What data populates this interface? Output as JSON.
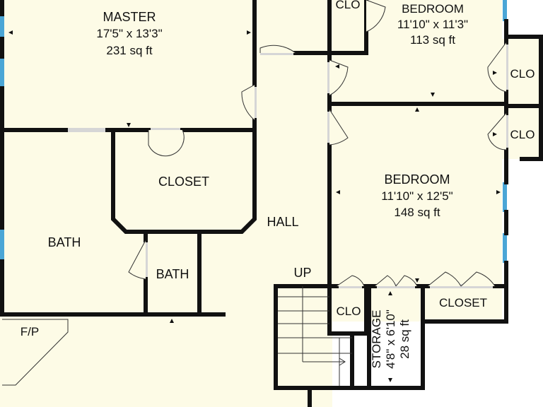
{
  "colors": {
    "floor": "#fdfbe6",
    "wall": "#111111",
    "window": "#4aa6d6",
    "opening": "#d6d6d6",
    "background": "#ffffff"
  },
  "rooms": {
    "master": {
      "name": "MASTER",
      "dims": "17'5\" x 13'3\"",
      "area": "231 sq ft"
    },
    "bedroom_top": {
      "name": "BEDROOM",
      "dims": "11'10\" x 11'3\"",
      "area": "113 sq ft"
    },
    "bedroom_mid": {
      "name": "BEDROOM",
      "dims": "11'10\" x 12'5\"",
      "area": "148 sq ft"
    },
    "closet_center": {
      "name": "CLOSET"
    },
    "closet_right": {
      "name": "CLOSET"
    },
    "bath_left": {
      "name": "BATH"
    },
    "bath_small": {
      "name": "BATH"
    },
    "hall": {
      "name": "HALL"
    },
    "stairs": {
      "name": "UP"
    },
    "fireplace": {
      "name": "F/P"
    },
    "clo_top": {
      "name": "CLO"
    },
    "clo_right_top": {
      "name": "CLO"
    },
    "clo_right_mid": {
      "name": "CLO"
    },
    "clo_stair": {
      "name": "CLO"
    },
    "storage": {
      "name": "STORAGE",
      "dims": "4'8\" x 6'10\"",
      "area": "28 sq ft"
    }
  }
}
